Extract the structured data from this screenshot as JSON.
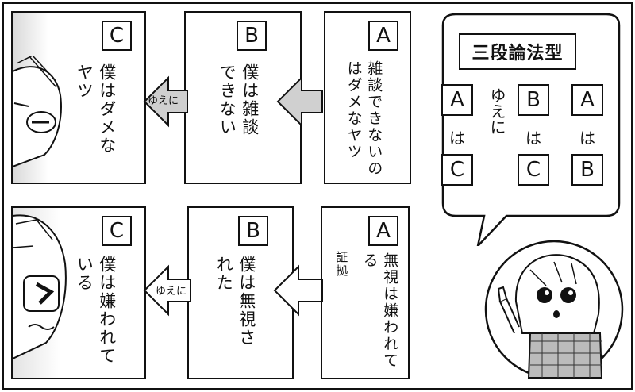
{
  "row1": {
    "a": {
      "letter": "A",
      "text": "雑談できないのはダメなヤツ"
    },
    "b": {
      "letter": "B",
      "text": "僕は雑談できない"
    },
    "c": {
      "letter": "C",
      "text": "僕はダメなヤツ"
    },
    "yueni": "ゆえに"
  },
  "row2": {
    "a": {
      "letter": "A",
      "text": "無視は嫌われてる",
      "side": "証拠"
    },
    "b": {
      "letter": "B",
      "text": "僕は無視された"
    },
    "c": {
      "letter": "C",
      "text": "僕は嫌われている"
    },
    "yueni": "ゆえに"
  },
  "bubble": {
    "title": "三段論法型",
    "yueni": "ゆえに",
    "wa": "は",
    "col1": {
      "top": "A",
      "bottom": "C"
    },
    "col2": {
      "top": "B",
      "bottom": "C"
    },
    "col3": {
      "top": "A",
      "bottom": "B"
    }
  }
}
